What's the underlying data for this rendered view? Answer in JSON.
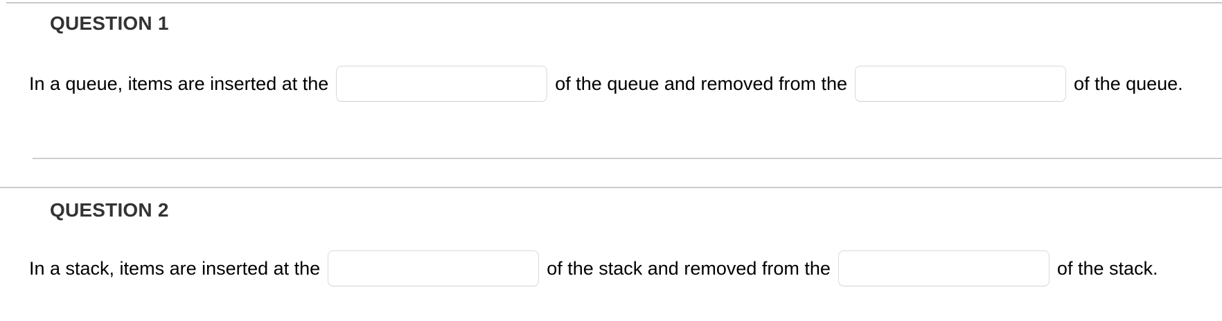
{
  "questions": [
    {
      "heading": "QUESTION 1",
      "part1": "In a queue, items are inserted at the",
      "part2": "of the queue and removed from the",
      "part3": "of the queue.",
      "answer1": "",
      "answer2": ""
    },
    {
      "heading": "QUESTION 2",
      "part1": "In a stack, items are inserted at the",
      "part2": "of the stack and removed from the",
      "part3": "of the stack.",
      "answer1": "",
      "answer2": ""
    }
  ],
  "colors": {
    "background": "#ffffff",
    "heading_text": "#333333",
    "body_text": "#000000",
    "input_border": "#d9d9d9",
    "divider": "#cbcbcb"
  }
}
